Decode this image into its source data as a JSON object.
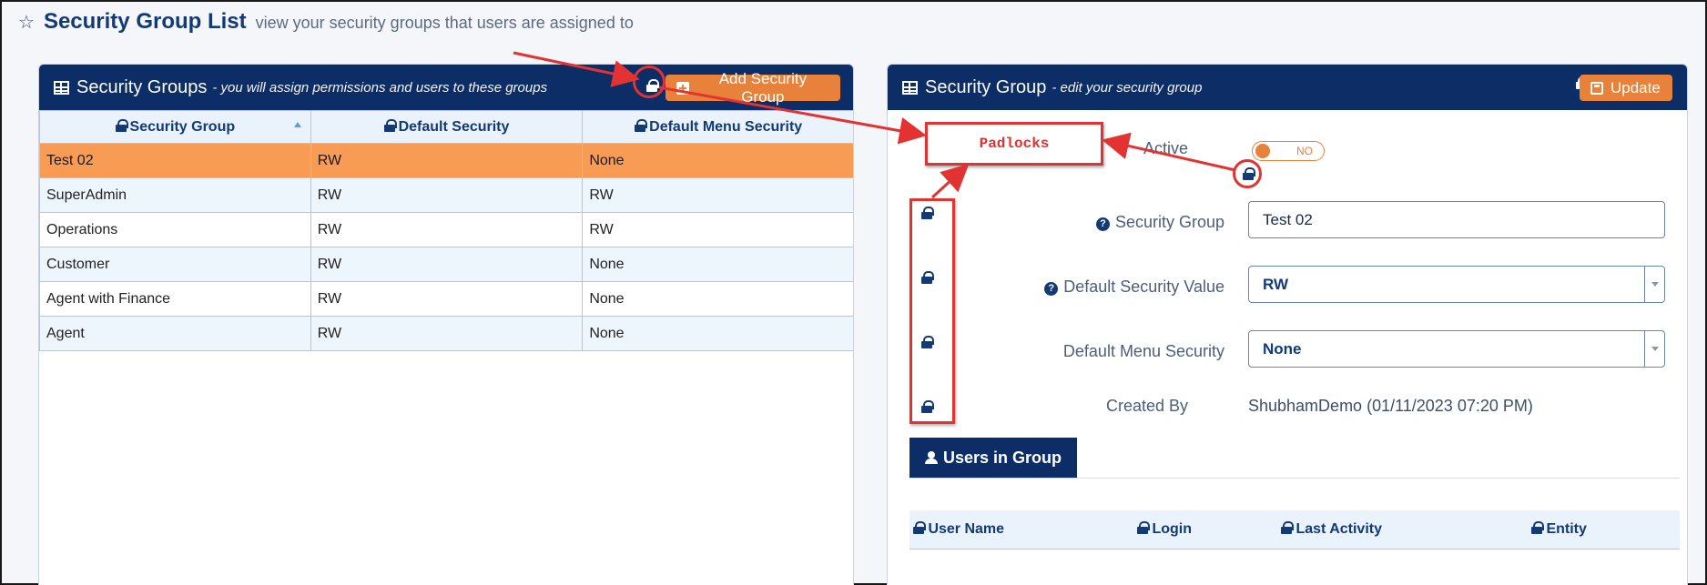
{
  "page": {
    "title": "Security Group List",
    "subtitle": "view your security groups that users are assigned to"
  },
  "left_panel": {
    "title": "Security Groups",
    "subtitle": "- you will assign permissions and users to these groups",
    "add_button": "Add Security Group",
    "columns": [
      "Security Group",
      "Default Security",
      "Default Menu Security"
    ],
    "rows": [
      {
        "group": "Test 02",
        "security": "RW",
        "menu": "None",
        "selected": true
      },
      {
        "group": "SuperAdmin",
        "security": "RW",
        "menu": "RW"
      },
      {
        "group": "Operations",
        "security": "RW",
        "menu": "RW"
      },
      {
        "group": "Customer",
        "security": "RW",
        "menu": "None"
      },
      {
        "group": "Agent with Finance",
        "security": "RW",
        "menu": "None"
      },
      {
        "group": "Agent",
        "security": "RW",
        "menu": "None"
      }
    ]
  },
  "right_panel": {
    "title": "Security Group",
    "subtitle": "- edit your security group",
    "update_button": "Update",
    "active_label": "Active",
    "active_toggle": "NO",
    "security_group_label": "Security Group",
    "security_group_value": "Test 02",
    "default_security_label": "Default Security Value",
    "default_security_value": "RW",
    "default_menu_label": "Default Menu Security",
    "default_menu_value": "None",
    "created_by_label": "Created By",
    "created_by_value": "ShubhamDemo (01/11/2023 07:20 PM)",
    "users_tab": "Users in Group",
    "user_columns": [
      "User Name",
      "Login",
      "Last Activity",
      "Entity"
    ]
  },
  "annotation": {
    "label": "Padlocks",
    "color": "#e23232"
  },
  "colors": {
    "header_navy": "#0d2d66",
    "accent_orange": "#e8813a",
    "selected_row": "#f79b55"
  }
}
